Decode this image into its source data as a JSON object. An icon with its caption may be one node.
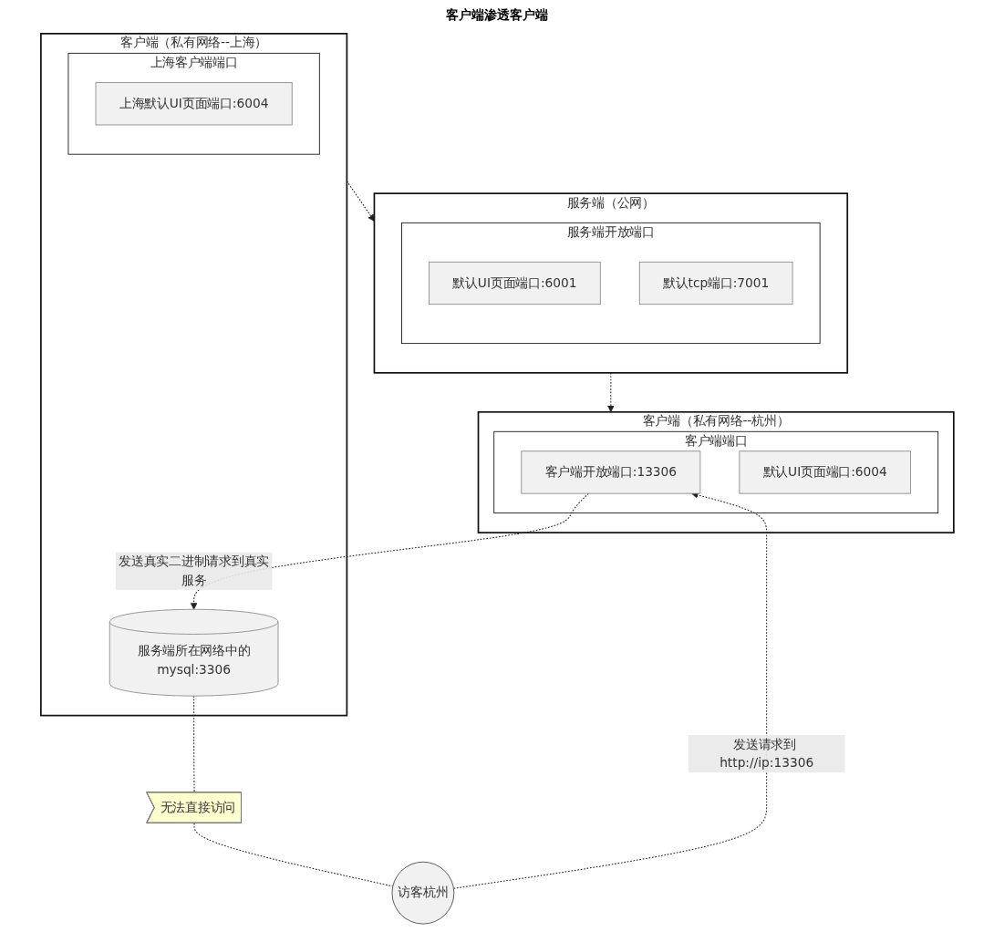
{
  "diagram": {
    "title": "客户端渗透客户端",
    "nodes": [
      {
        "text": [
          "客户端（私有网络--上海）"
        ]
      },
      {
        "text": [
          "上海客户端端口"
        ],
        "in": 0
      },
      {
        "text": [
          "上海默认UI页面端口:6004"
        ],
        "in": 1
      },
      {
        "text": [
          "服务端所在网络中的mysql:3306"
        ],
        "in": 0
      },
      {
        "text": [
          "服务端（公网）"
        ]
      },
      {
        "text": [
          "服务端开放端口"
        ],
        "in": 4
      },
      {
        "text": [
          "默认UI页面端口:6001"
        ],
        "in": 5
      },
      {
        "text": [
          "默认tcp端口:7001"
        ],
        "in": 5
      },
      {
        "text": [
          "客户端（私有网络--杭州）"
        ]
      },
      {
        "text": [
          "客户端端口"
        ],
        "in": 8
      },
      {
        "text": [
          "客户端开放端口:13306"
        ],
        "in": 9
      },
      {
        "text": [
          "默认UI页面端口:6004"
        ],
        "in": 9
      },
      {
        "text": [
          "访客杭州"
        ]
      },
      {
        "text": [
          "无法直接访问"
        ]
      }
    ],
    "edges": [
      {
        "from": 0,
        "to": 4,
        "arrow": "to",
        "style": "dashed"
      },
      {
        "from": 4,
        "to": 8,
        "arrow": "to",
        "style": "dashed"
      },
      {
        "from": 3,
        "to": 13,
        "arrow": "none",
        "style": "dashed"
      },
      {
        "from": 13,
        "to": 12,
        "arrow": "none",
        "style": "dashed"
      },
      {
        "from": 10,
        "to": 3,
        "arrow": "to",
        "style": "dashed",
        "label": "发送真实二进制请求到真实服务"
      },
      {
        "from": 12,
        "to": 10,
        "arrow": "to",
        "style": "dashed",
        "label": "发送请求到 http://ip:13306"
      }
    ]
  }
}
